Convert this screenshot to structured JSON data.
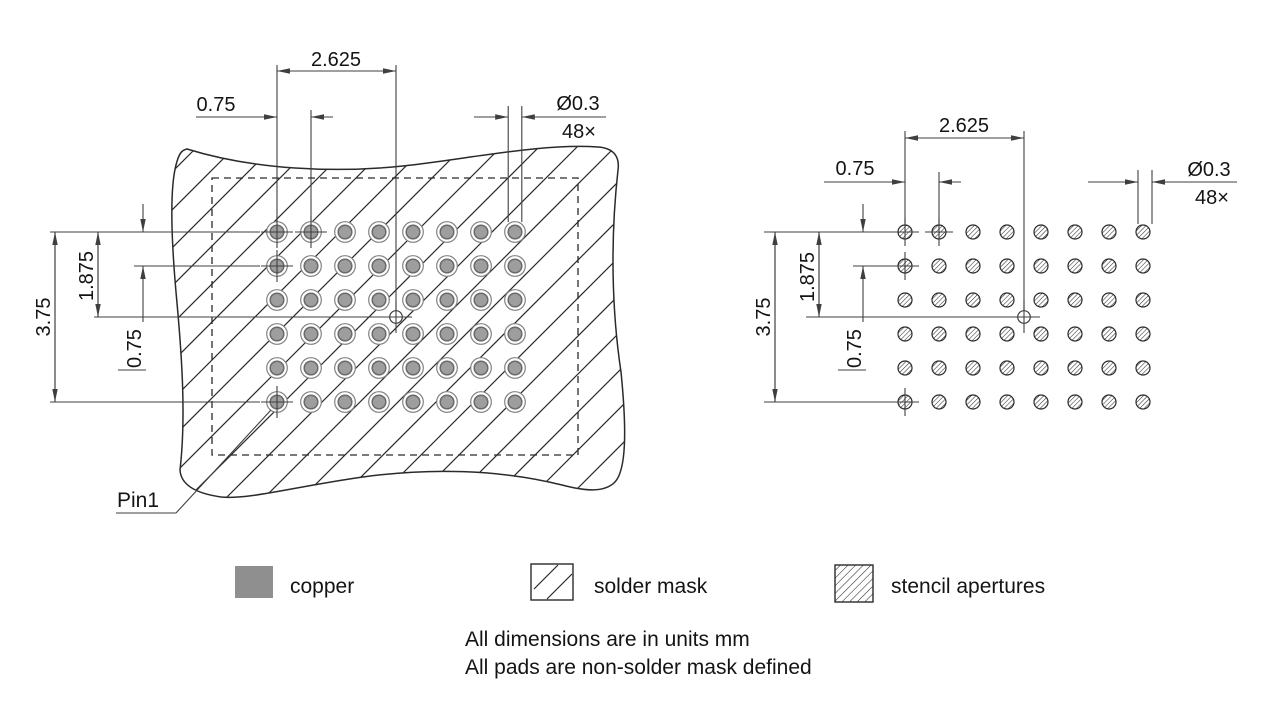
{
  "drawing": {
    "title": "IC land pattern footprint drawing",
    "pin1_label": "Pin1"
  },
  "dim_labels": {
    "pad_span_x": "2.625",
    "pad_pitch_x": "0.75",
    "pad_diameter": "Ø0.3",
    "pad_count": "48×",
    "pad_span_y": "3.75",
    "pad_half_span_y": "1.875",
    "pad_pitch_y": "0.75"
  },
  "grid": {
    "rows": 6,
    "cols": 8,
    "total_pads": 48
  },
  "legend": {
    "items": [
      {
        "swatch": "copper-swatch",
        "label": "copper"
      },
      {
        "swatch": "solder-mask-swatch",
        "label": "solder mask"
      },
      {
        "swatch": "stencil-apertures-swatch",
        "label": "stencil apertures"
      }
    ]
  },
  "notes": [
    "All dimensions are in units mm",
    "All pads are non-solder mask defined"
  ],
  "colors": {
    "background": "#ffffff",
    "copper_fill": "#9e9e9e",
    "copper_rim": "#6a6a6a",
    "ring_stroke": "#828282",
    "copper_swatch": "#8f8f8f",
    "outline": "#2a2a2a",
    "dimension": "#3f3f3f",
    "text": "#141414"
  }
}
